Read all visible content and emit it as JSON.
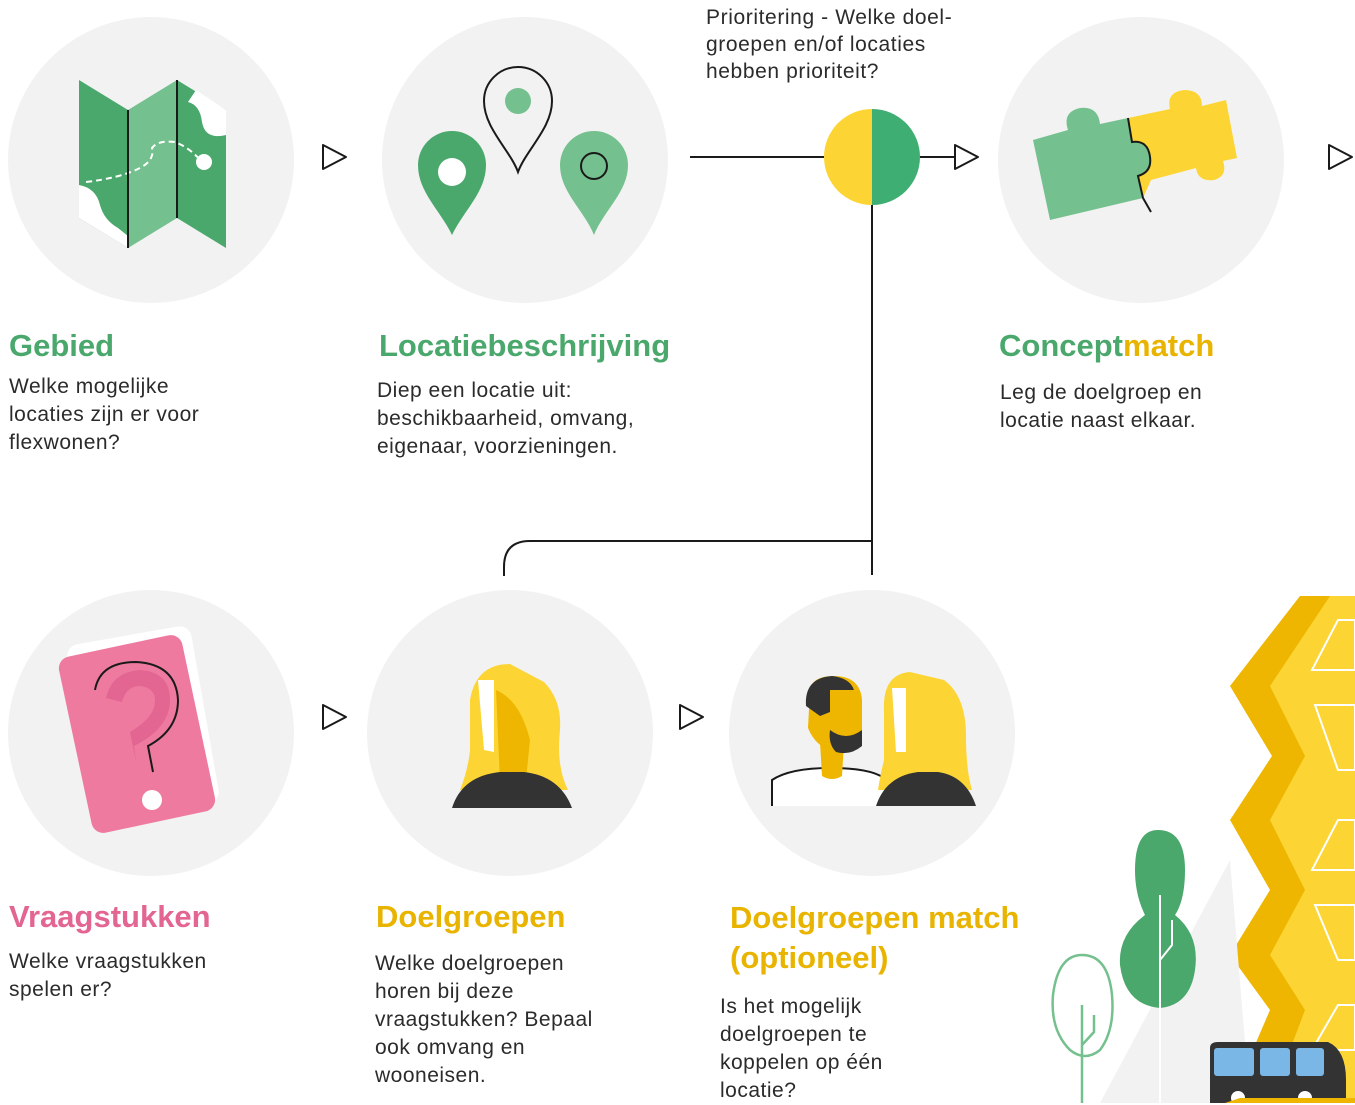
{
  "colors": {
    "green": "#4aa86c",
    "light_green": "#75c08f",
    "yellow": "#fcd535",
    "dark_yellow": "#eeb600",
    "pink": "#e36591",
    "circle_bg": "#f2f2f2",
    "text": "#2b2b2b"
  },
  "priority": {
    "text": "Prioritering - Welke doel-groepen en/of locaties hebben prioriteit?",
    "lines": [
      "Prioritering - Welke doel-",
      "groepen en/of locaties",
      "hebben prioriteit?"
    ]
  },
  "steps": {
    "gebied": {
      "icon": "map-icon",
      "title": "Gebied",
      "desc_lines": [
        "Welke mogelijke",
        "locaties zijn er voor",
        "flexwonen?"
      ]
    },
    "locatiebeschrijving": {
      "icon": "location-pins-icon",
      "title": "Locatiebeschrijving",
      "desc_lines": [
        "Diep een locatie uit:",
        "beschikbaarheid, omvang,",
        "eigenaar, voorzieningen."
      ]
    },
    "conceptmatch": {
      "icon": "puzzle-icon",
      "title_part1": "Concept",
      "title_part2": "match",
      "desc_lines": [
        "Leg de doelgroep en",
        "locatie naast elkaar."
      ]
    },
    "vraagstukken": {
      "icon": "question-card-icon",
      "title": "Vraagstukken",
      "desc_lines": [
        "Welke vraagstukken",
        "spelen er?"
      ]
    },
    "doelgroepen": {
      "icon": "woman-icon",
      "title": "Doelgroepen",
      "desc_lines": [
        "Welke doelgroepen",
        "horen bij deze",
        "vraagstukken? Bepaal",
        "ook omvang en",
        "wooneisen."
      ]
    },
    "doelgroepen_match": {
      "icon": "people-pair-icon",
      "title_lines": [
        "Doelgroepen match",
        "(optioneel)"
      ],
      "desc_lines": [
        "Is het mogelijk",
        "doelgroepen te",
        "koppelen op één",
        "locatie?"
      ]
    }
  }
}
